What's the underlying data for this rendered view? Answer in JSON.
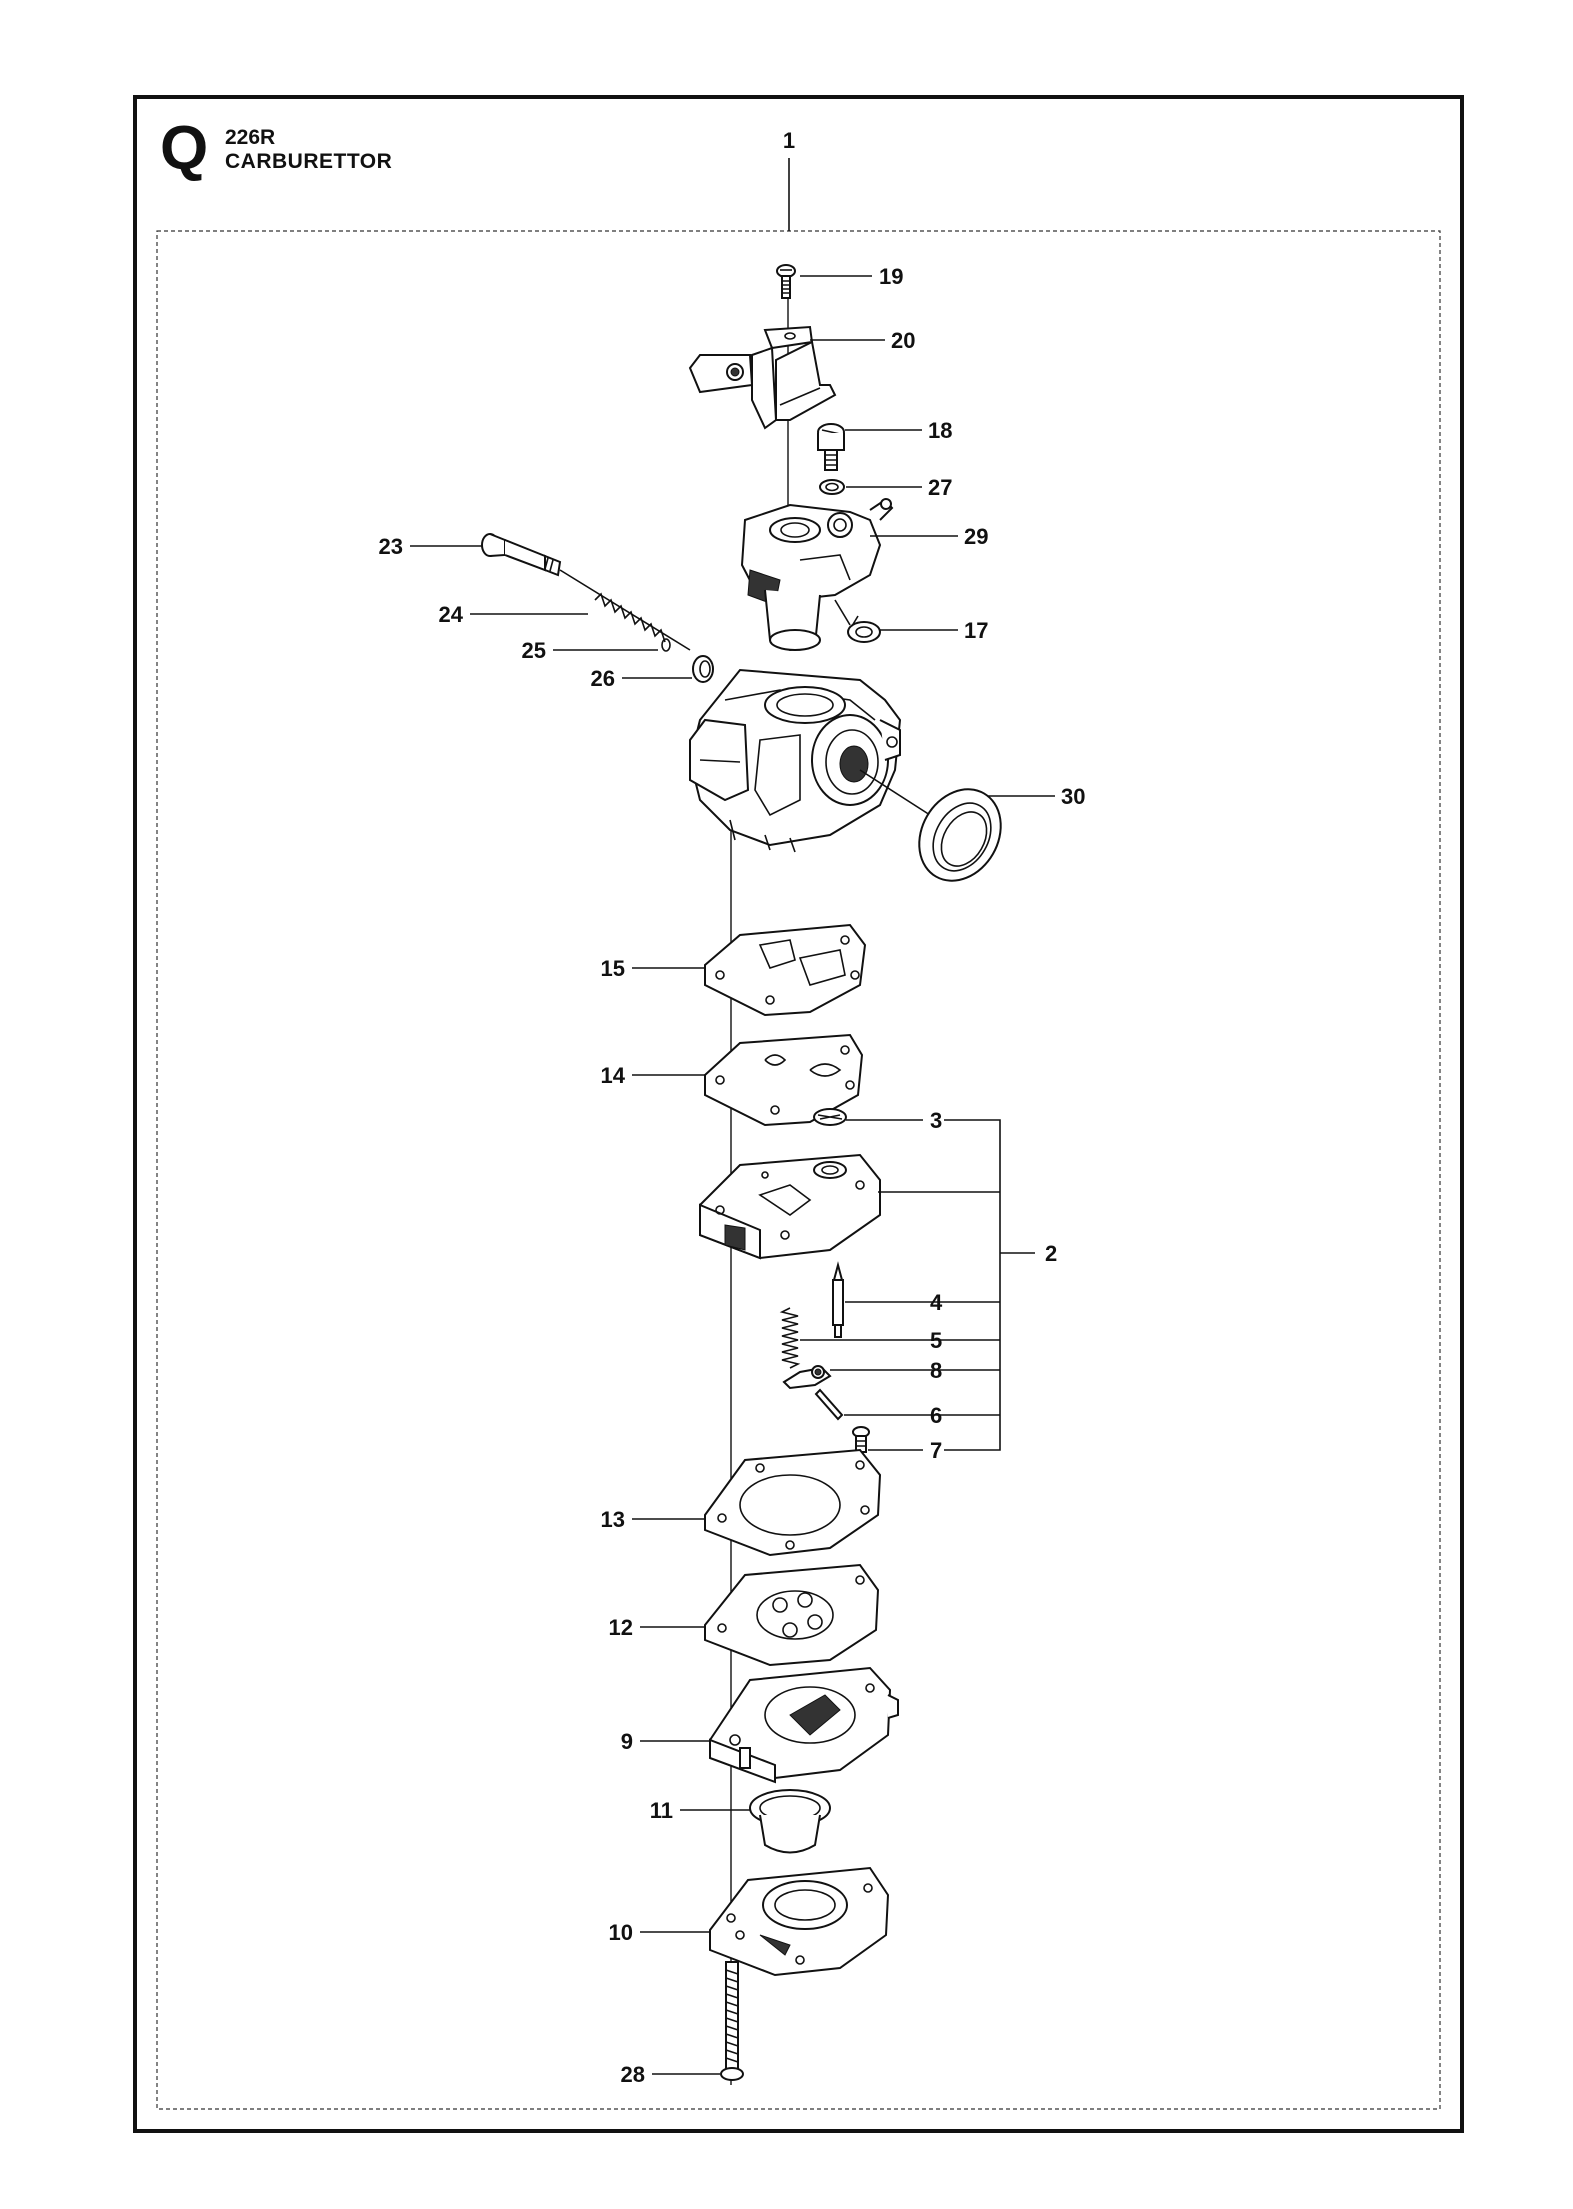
{
  "header": {
    "section_letter": "Q",
    "model": "226R",
    "title": "CARBURETTOR"
  },
  "callouts": {
    "c1": "1",
    "c2": "2",
    "c3": "3",
    "c4": "4",
    "c5": "5",
    "c6": "6",
    "c7": "7",
    "c8": "8",
    "c9": "9",
    "c10": "10",
    "c11": "11",
    "c12": "12",
    "c13": "13",
    "c14": "14",
    "c15": "15",
    "c17": "17",
    "c18": "18",
    "c19": "19",
    "c20": "20",
    "c23": "23",
    "c24": "24",
    "c25": "25",
    "c26": "26",
    "c27": "27",
    "c28": "28",
    "c29": "29",
    "c30": "30"
  }
}
